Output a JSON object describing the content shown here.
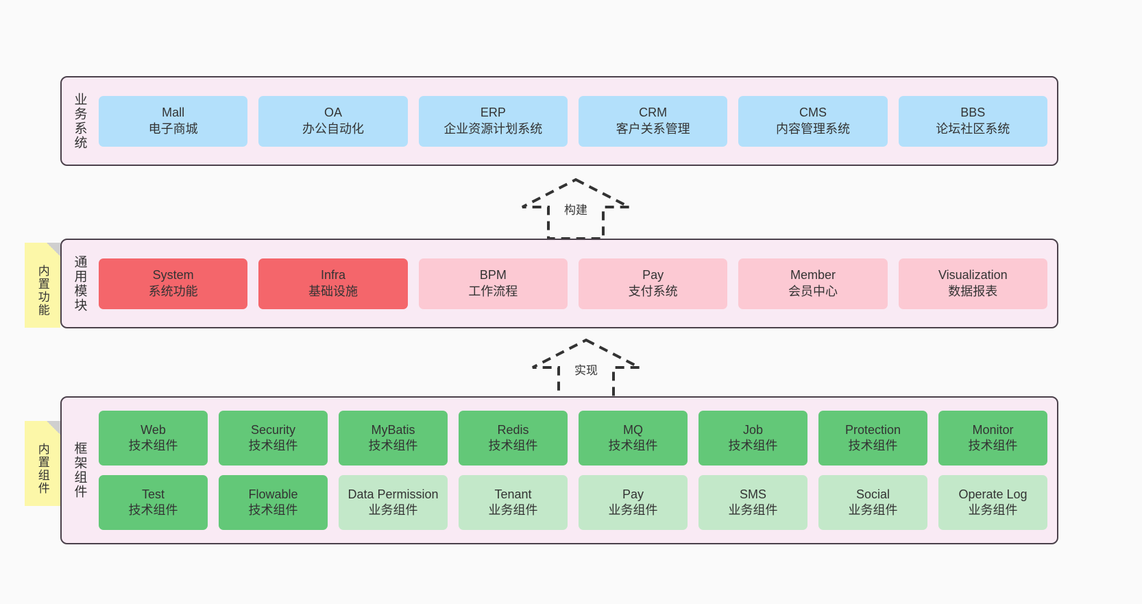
{
  "diagram": {
    "background": "#fafafa",
    "panel_fill": "#f9eaf4",
    "panel_stroke": "#4a404a",
    "sticky_fill": "#fcf7a8"
  },
  "layers": [
    {
      "id": "business",
      "title": "业务系统",
      "rows": [
        {
          "cards": [
            {
              "en": "Mall",
              "cn": "电子商城",
              "color": "#b3e0fb",
              "variant": "c-blue"
            },
            {
              "en": "OA",
              "cn": "办公自动化",
              "color": "#b3e0fb",
              "variant": "c-blue"
            },
            {
              "en": "ERP",
              "cn": "企业资源计划系统",
              "color": "#b3e0fb",
              "variant": "c-blue"
            },
            {
              "en": "CRM",
              "cn": "客户关系管理",
              "color": "#b3e0fb",
              "variant": "c-blue"
            },
            {
              "en": "CMS",
              "cn": "内容管理系统",
              "color": "#b3e0fb",
              "variant": "c-blue"
            },
            {
              "en": "BBS",
              "cn": "论坛社区系统",
              "color": "#b3e0fb",
              "variant": "c-blue"
            }
          ]
        }
      ]
    },
    {
      "id": "common",
      "title": "通用模块",
      "sticky": "内置功能",
      "rows": [
        {
          "cards": [
            {
              "en": "System",
              "cn": "系统功能",
              "color": "#f4666b",
              "variant": "c-red"
            },
            {
              "en": "Infra",
              "cn": "基础设施",
              "color": "#f4666b",
              "variant": "c-red"
            },
            {
              "en": "BPM",
              "cn": "工作流程",
              "color": "#fcc9d3",
              "variant": "c-pink"
            },
            {
              "en": "Pay",
              "cn": "支付系统",
              "color": "#fcc9d3",
              "variant": "c-pink"
            },
            {
              "en": "Member",
              "cn": "会员中心",
              "color": "#fcc9d3",
              "variant": "c-pink"
            },
            {
              "en": "Visualization",
              "cn": "数据报表",
              "color": "#fcc9d3",
              "variant": "c-pink"
            }
          ]
        }
      ]
    },
    {
      "id": "framework",
      "title": "框架组件",
      "sticky": "内置组件",
      "rows": [
        {
          "cards": [
            {
              "en": "Web",
              "cn": "技术组件",
              "color": "#63c878",
              "variant": "c-green"
            },
            {
              "en": "Security",
              "cn": "技术组件",
              "color": "#63c878",
              "variant": "c-green"
            },
            {
              "en": "MyBatis",
              "cn": "技术组件",
              "color": "#63c878",
              "variant": "c-green"
            },
            {
              "en": "Redis",
              "cn": "技术组件",
              "color": "#63c878",
              "variant": "c-green"
            },
            {
              "en": "MQ",
              "cn": "技术组件",
              "color": "#63c878",
              "variant": "c-green"
            },
            {
              "en": "Job",
              "cn": "技术组件",
              "color": "#63c878",
              "variant": "c-green"
            },
            {
              "en": "Protection",
              "cn": "技术组件",
              "color": "#63c878",
              "variant": "c-green"
            },
            {
              "en": "Monitor",
              "cn": "技术组件",
              "color": "#63c878",
              "variant": "c-green"
            }
          ]
        },
        {
          "cards": [
            {
              "en": "Test",
              "cn": "技术组件",
              "color": "#63c878",
              "variant": "c-green"
            },
            {
              "en": "Flowable",
              "cn": "技术组件",
              "color": "#63c878",
              "variant": "c-green"
            },
            {
              "en": "Data Permission",
              "cn": "业务组件",
              "color": "#c3e8c9",
              "variant": "c-lightgreen"
            },
            {
              "en": "Tenant",
              "cn": "业务组件",
              "color": "#c3e8c9",
              "variant": "c-lightgreen"
            },
            {
              "en": "Pay",
              "cn": "业务组件",
              "color": "#c3e8c9",
              "variant": "c-lightgreen"
            },
            {
              "en": "SMS",
              "cn": "业务组件",
              "color": "#c3e8c9",
              "variant": "c-lightgreen"
            },
            {
              "en": "Social",
              "cn": "业务组件",
              "color": "#c3e8c9",
              "variant": "c-lightgreen"
            },
            {
              "en": "Operate Log",
              "cn": "业务组件",
              "color": "#c3e8c9",
              "variant": "c-lightgreen"
            }
          ]
        }
      ]
    }
  ],
  "connectors": [
    {
      "id": "build",
      "label": "构建",
      "style": "dashed-hollow-arrow-up"
    },
    {
      "id": "realize",
      "label": "实现",
      "style": "dashed-hollow-arrow-up"
    }
  ]
}
